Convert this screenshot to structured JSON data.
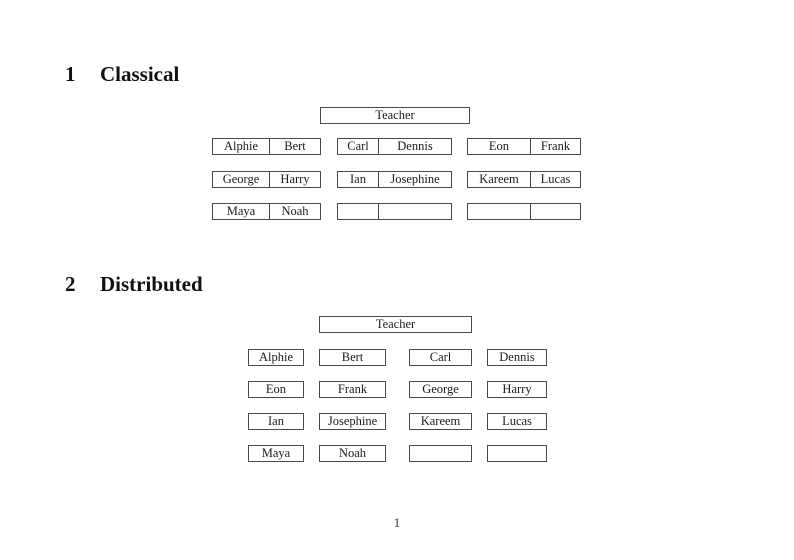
{
  "page_number": "1",
  "colors": {
    "border": "#4a4a4a",
    "text": "#1c1c1c",
    "background": "#ffffff"
  },
  "sections": [
    {
      "number": "1",
      "title": "Classical",
      "teacher_label": "Teacher",
      "desks": [
        {
          "left": "Alphie",
          "right": "Bert"
        },
        {
          "left": "Carl",
          "right": "Dennis"
        },
        {
          "left": "Eon",
          "right": "Frank"
        },
        {
          "left": "George",
          "right": "Harry"
        },
        {
          "left": "Ian",
          "right": "Josephine"
        },
        {
          "left": "Kareem",
          "right": "Lucas"
        },
        {
          "left": "Maya",
          "right": "Noah"
        },
        {
          "left": "",
          "right": ""
        },
        {
          "left": "",
          "right": ""
        }
      ]
    },
    {
      "number": "2",
      "title": "Distributed",
      "teacher_label": "Teacher",
      "seats": [
        "Alphie",
        "Bert",
        "Carl",
        "Dennis",
        "Eon",
        "Frank",
        "George",
        "Harry",
        "Ian",
        "Josephine",
        "Kareem",
        "Lucas",
        "Maya",
        "Noah",
        "",
        ""
      ]
    }
  ]
}
